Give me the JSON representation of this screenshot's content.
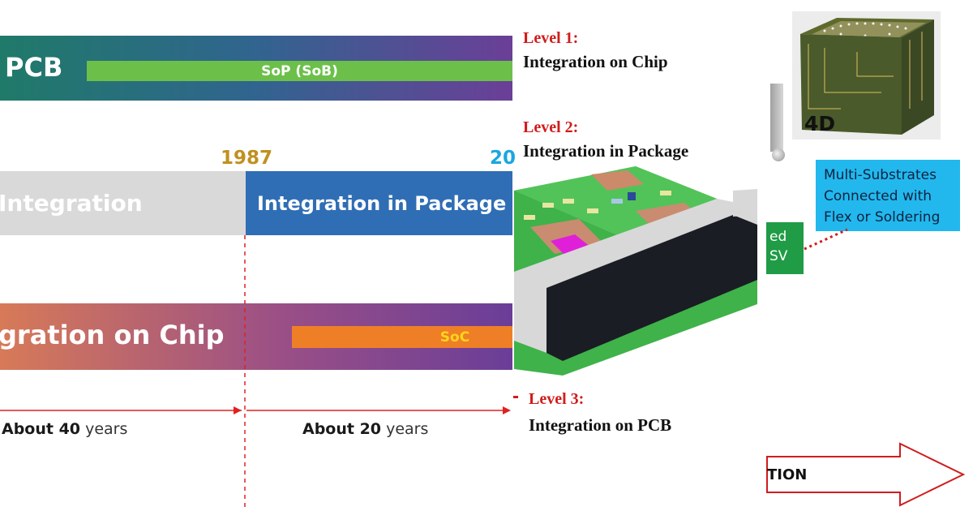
{
  "timeline": {
    "pcb_label": "PCB",
    "sop_label": "SoP (SoB)",
    "year_1987": "1987",
    "year_partial": "20",
    "integration_label": "Integration",
    "package_label": "Integration in Package",
    "chip_label": "gration on Chip",
    "soc_label": "SoC",
    "span_left_bold": "About 40",
    "span_left_rest": " years",
    "span_right_bold": "About 20",
    "span_right_rest": " years"
  },
  "levels": {
    "level1_title": "Level 1:",
    "level1_text": "Integration on Chip",
    "level2_title": "Level 2:",
    "level2_text": "Integration in Package",
    "level3_title": "Level 3:",
    "level3_text": "Integration on PCB"
  },
  "right_panel": {
    "cube_label": "4D",
    "cyan_line1": "Multi-Substrates",
    "cyan_line2": "Connected with",
    "cyan_line3": "Flex or Soldering",
    "green_line1": "ed",
    "green_line2": "SV",
    "arrow_text": "TION"
  },
  "colors": {
    "red_accent": "#d01c1c",
    "sop_green": "#6cc04a",
    "soc_orange": "#ef7f27",
    "package_blue": "#2f6eb5",
    "year_gold": "#c09020",
    "year_cyan": "#1aa7e0",
    "note_cyan": "#22b8ee",
    "note_green": "#1f9c45"
  }
}
